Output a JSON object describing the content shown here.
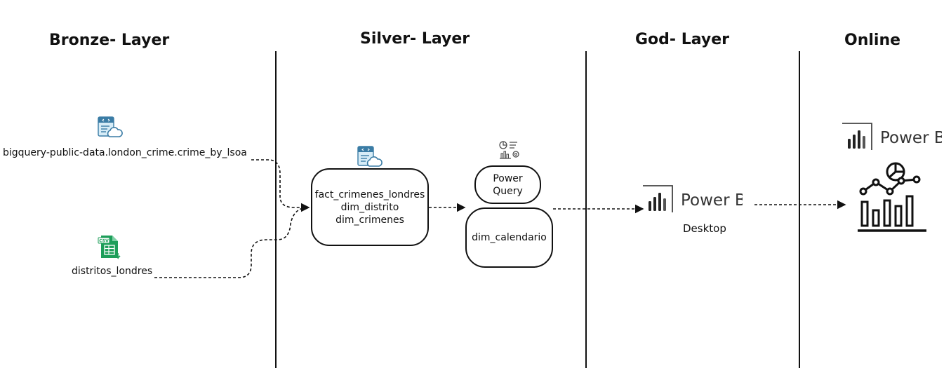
{
  "layers": {
    "bronze": "Bronze- Layer",
    "silver": "Silver- Layer",
    "gold": "God- Layer",
    "online": "Online"
  },
  "sources": {
    "bigquery": "bigquery-public-data.london_crime.crime_by_lsoa",
    "csv": "distritos_londres",
    "csv_badge": "CSV"
  },
  "silver": {
    "tables": [
      "fact_crimenes_londres",
      "dim_distrito",
      "dim_crimenes"
    ],
    "power_query": [
      "Power",
      "Query"
    ],
    "calendar": "dim_calendario"
  },
  "gold": {
    "product": "Power BI",
    "sub": "Desktop"
  },
  "online": {
    "product": "Power BI"
  },
  "colors": {
    "icon_blue": "#3a7ca5",
    "icon_light": "#d6ecf7",
    "csv_green": "#1e9e5a"
  }
}
